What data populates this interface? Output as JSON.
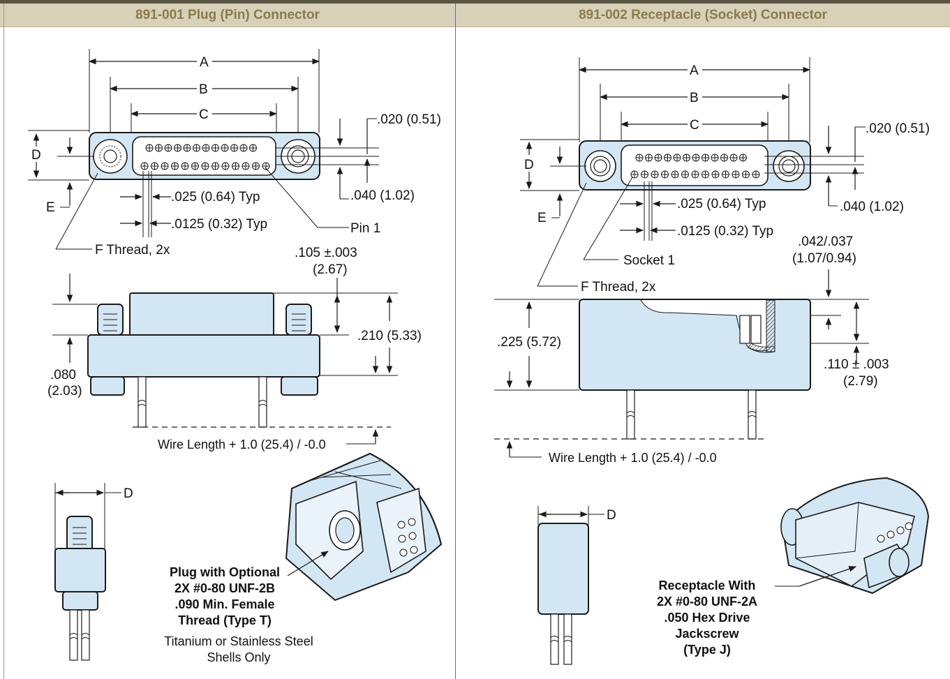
{
  "headers": {
    "left": "891-001 Plug (Pin) Connector",
    "right": "891-002 Receptacle (Socket) Connector"
  },
  "plug": {
    "dim_a": "A",
    "dim_b": "B",
    "dim_c": "C",
    "dim_d": "D",
    "dim_e": "E",
    "dim_020": ".020 (0.51)",
    "dim_040": ".040 (1.02)",
    "dim_025": ".025 (0.64) Typ",
    "dim_0125": ".0125 (0.32) Typ",
    "pin1": "Pin 1",
    "f_thread": "F Thread, 2x",
    "dim_105": ".105 ±.003",
    "dim_105_mm": "(2.67)",
    "dim_210": ".210 (5.33)",
    "dim_080": ".080",
    "dim_080_mm": "(2.03)",
    "wire_length": "Wire Length + 1.0 (25.4) / -0.0",
    "side_d": "D",
    "note_bold": [
      "Plug with Optional",
      "2X #0-80 UNF-2B",
      ".090 Min. Female",
      "Thread (Type T)"
    ],
    "note_plain": [
      "Titanium or Stainless Steel",
      "Shells Only"
    ]
  },
  "receptacle": {
    "dim_a": "A",
    "dim_b": "B",
    "dim_c": "C",
    "dim_d": "D",
    "dim_e": "E",
    "dim_020": ".020 (0.51)",
    "dim_040": ".040 (1.02)",
    "dim_025": ".025 (0.64) Typ",
    "dim_0125": ".0125 (0.32) Typ",
    "socket1": "Socket 1",
    "f_thread": "F Thread, 2x",
    "dim_042": ".042/.037",
    "dim_042_mm": "(1.07/0.94)",
    "dim_225": ".225 (5.72)",
    "dim_110": ".110 ± .003",
    "dim_110_mm": "(2.79)",
    "wire_length": "Wire Length + 1.0 (25.4) / -0.0",
    "side_d": "D",
    "note_bold": [
      "Receptacle With",
      "2X #0-80 UNF-2A",
      ".050 Hex Drive",
      "Jackscrew",
      "(Type J)"
    ]
  },
  "colors": {
    "header_bg": "#d8d1ba",
    "header_text": "#8c7a4a",
    "part_fill": "#d3e6f3"
  }
}
